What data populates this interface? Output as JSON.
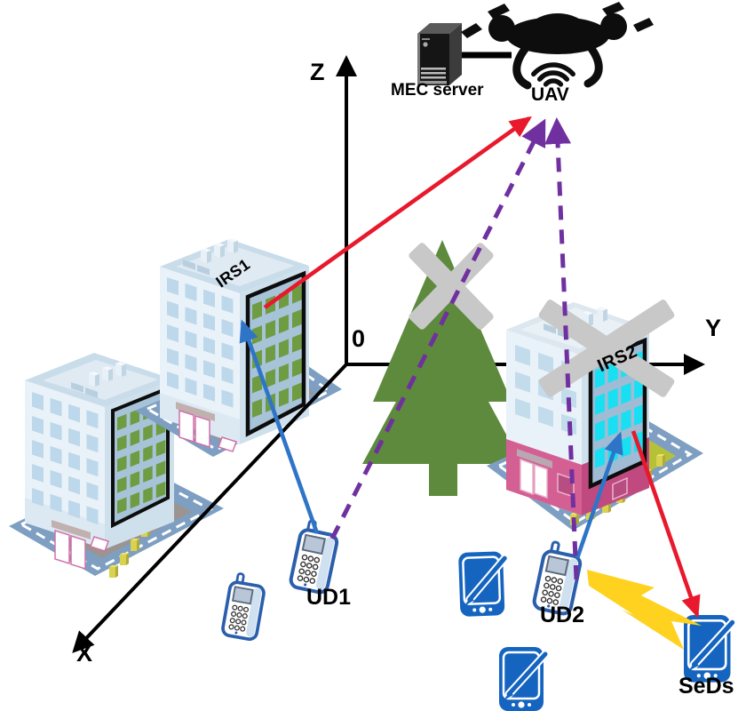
{
  "axes": {
    "z_label": "Z",
    "y_label": "Y",
    "x_label": "X",
    "origin_label": "0"
  },
  "nodes": {
    "mec_server": {
      "label": "MEC server"
    },
    "uav": {
      "label": "UAV"
    },
    "irs1": {
      "label": "IRS1"
    },
    "irs2": {
      "label": "IRS2"
    },
    "ud1": {
      "label": "UD1"
    },
    "ud2": {
      "label": "UD2"
    },
    "seds": {
      "label": "SeDs"
    }
  },
  "links": [
    {
      "from": "IRS1",
      "to": "UAV",
      "style": "solid-arrow",
      "color_key": "red_link"
    },
    {
      "from": "UD1",
      "to": "IRS1",
      "style": "solid-arrow",
      "color_key": "blue_link"
    },
    {
      "from": "UD1",
      "to": "UAV",
      "style": "dashed-arrow",
      "color_key": "purple_link",
      "blocked_by": "tree"
    },
    {
      "from": "UD2",
      "to": "UAV",
      "style": "dashed-arrow",
      "color_key": "purple_link",
      "blocked_by": "irs2-building"
    },
    {
      "from": "UD2",
      "to": "IRS2",
      "style": "solid-arrow",
      "color_key": "blue_link"
    },
    {
      "from": "IRS2",
      "to": "SeDs",
      "style": "solid-arrow",
      "color_key": "red_link"
    },
    {
      "from": "MEC server",
      "to": "UAV",
      "style": "solid-cable",
      "color_key": "black"
    },
    {
      "from": "UD2",
      "to": "SeDs",
      "style": "lightning",
      "color_key": "lightning"
    }
  ],
  "colors": {
    "black": "#000000",
    "red_link": "#e8192c",
    "blue_link": "#2e75c8",
    "purple_link": "#7030a0",
    "blocked_x": "#c8c8c8",
    "tree_green": "#5d8a3d",
    "lightning": "#ffd21f",
    "irs1_cell_green": "#6f9c43",
    "irs2_cell_cyan": "#19dff2",
    "irs2_pink": "#d45f93",
    "base_plate_blue": "#7e9fc2",
    "ground_gray": "#9b9490",
    "lawn_green": "#b5c238",
    "device_blue": "#1565c0",
    "phone_outline_blue": "#2b5fac"
  }
}
